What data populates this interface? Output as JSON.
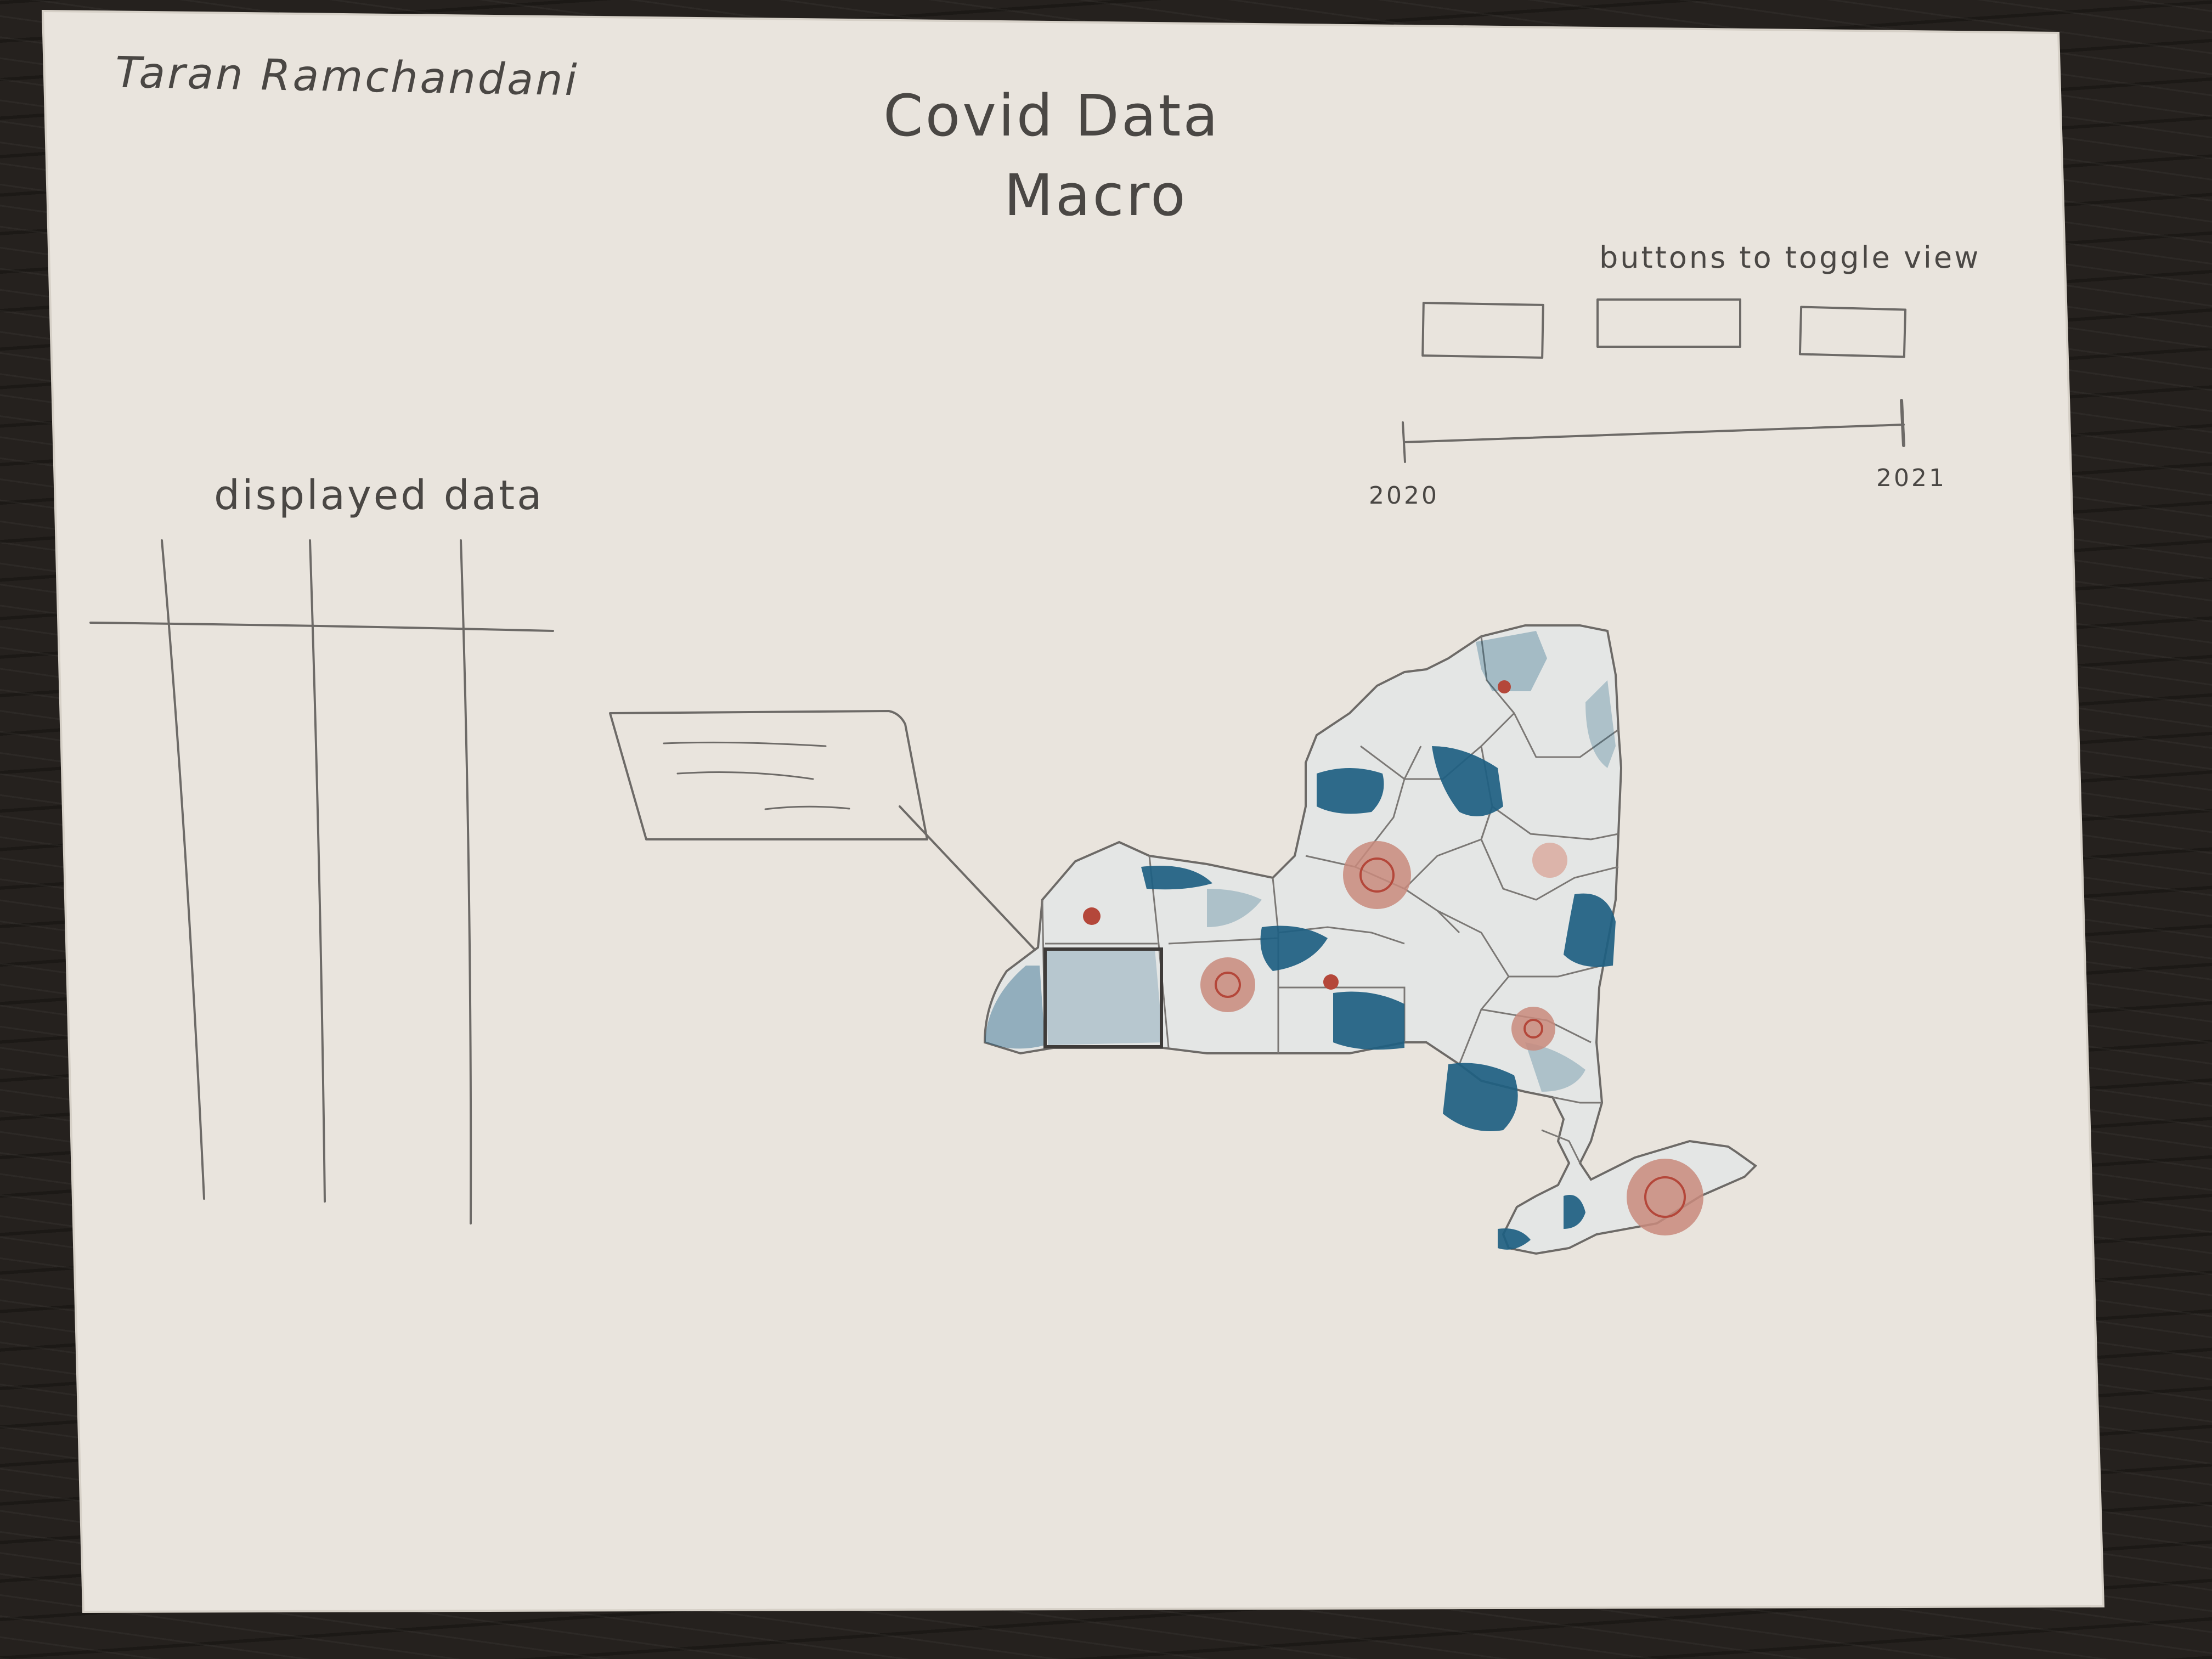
{
  "sketch": {
    "author": "Taran Ramchandani",
    "title_line_1": "Covid Data",
    "title_line_2": "Macro",
    "buttons_note": "buttons to toggle view",
    "table_label": "displayed data",
    "timeline": {
      "start_label": "2020",
      "end_label": "2021"
    },
    "toggle_buttons": [
      {
        "icon": "blank-button"
      },
      {
        "icon": "blank-button"
      },
      {
        "icon": "blank-button"
      }
    ],
    "map": {
      "region": "New York State counties"
    },
    "colors": {
      "paper": "#e9e4dd",
      "pencil": "#6d6a67",
      "blue_fill": "#1e5f82",
      "light_blue_fill": "#bcd2df",
      "red_marker": "#b4473a",
      "pink_marker": "#c98a7c"
    }
  }
}
